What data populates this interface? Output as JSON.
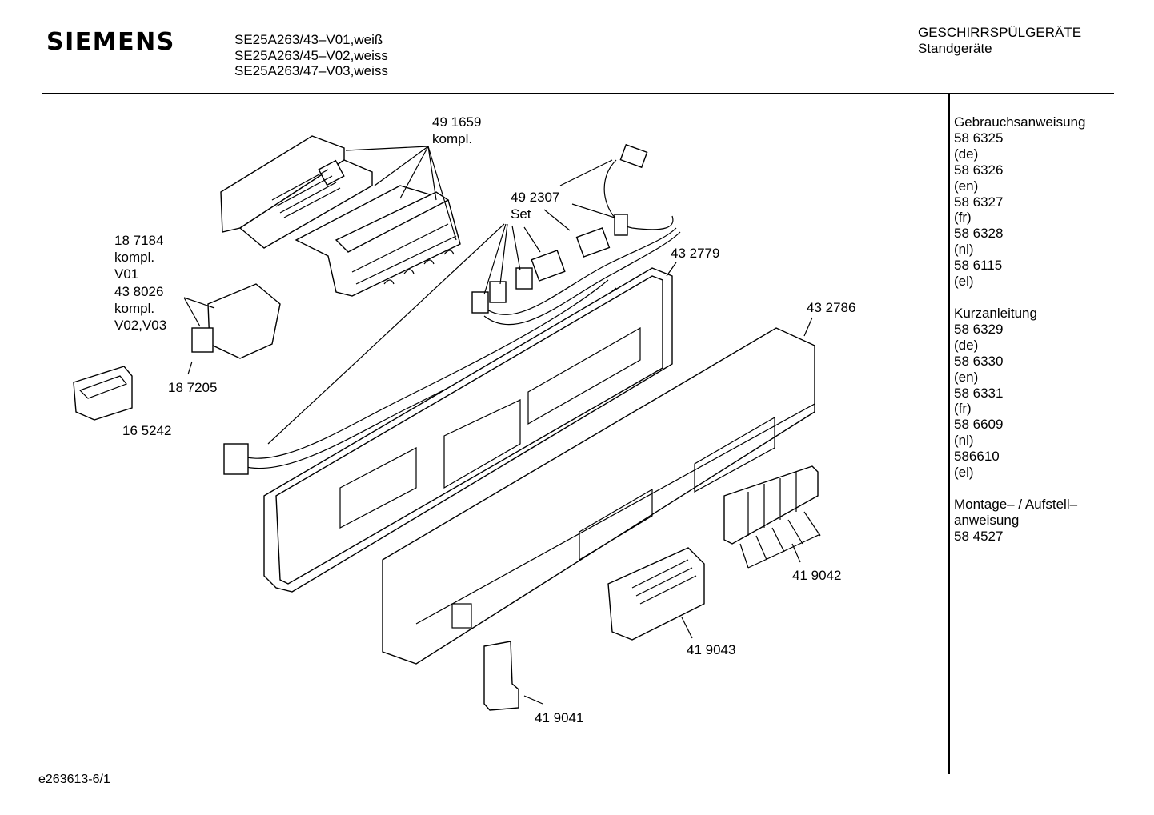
{
  "header": {
    "brand": "SIEMENS",
    "models": [
      "SE25A263/43–V01,weiß",
      "SE25A263/45–V02,weiss",
      "SE25A263/47–V03,weiss"
    ],
    "category": "GESCHIRRSPÜLGERÄTE",
    "subcategory": "Standgeräte"
  },
  "documents": [
    {
      "title": "Gebrauchsanweisung",
      "lines": [
        "58 6325",
        "(de)",
        "58 6326",
        "(en)",
        "58 6327",
        "(fr)",
        "58 6328",
        "(nl)",
        "58 6115",
        "(el)"
      ]
    },
    {
      "title": "Kurzanleitung",
      "lines": [
        "58 6329",
        "(de)",
        "58 6330",
        "(en)",
        "58 6331",
        "(fr)",
        "58 6609",
        "(nl)",
        "586610",
        "(el)"
      ]
    },
    {
      "title": "Montage– / Aufstell–",
      "lines": [
        "anweisung",
        "58 4527"
      ]
    }
  ],
  "parts": [
    {
      "id": "p491659",
      "lines": [
        "49 1659",
        "kompl."
      ]
    },
    {
      "id": "p492307",
      "lines": [
        "49 2307",
        "Set"
      ]
    },
    {
      "id": "p187184",
      "lines": [
        "18 7184",
        "kompl.",
        "V01",
        "43 8026",
        "kompl.",
        "V02,V03"
      ]
    },
    {
      "id": "p432779",
      "lines": [
        "43 2779"
      ]
    },
    {
      "id": "p432786",
      "lines": [
        "43 2786"
      ]
    },
    {
      "id": "p187205",
      "lines": [
        "18 7205"
      ]
    },
    {
      "id": "p165242",
      "lines": [
        "16 5242"
      ]
    },
    {
      "id": "p419042",
      "lines": [
        "41 9042"
      ]
    },
    {
      "id": "p419043",
      "lines": [
        "41 9043"
      ]
    },
    {
      "id": "p419041",
      "lines": [
        "41 9041"
      ]
    }
  ],
  "footer": {
    "code": "e263613-6/1"
  }
}
